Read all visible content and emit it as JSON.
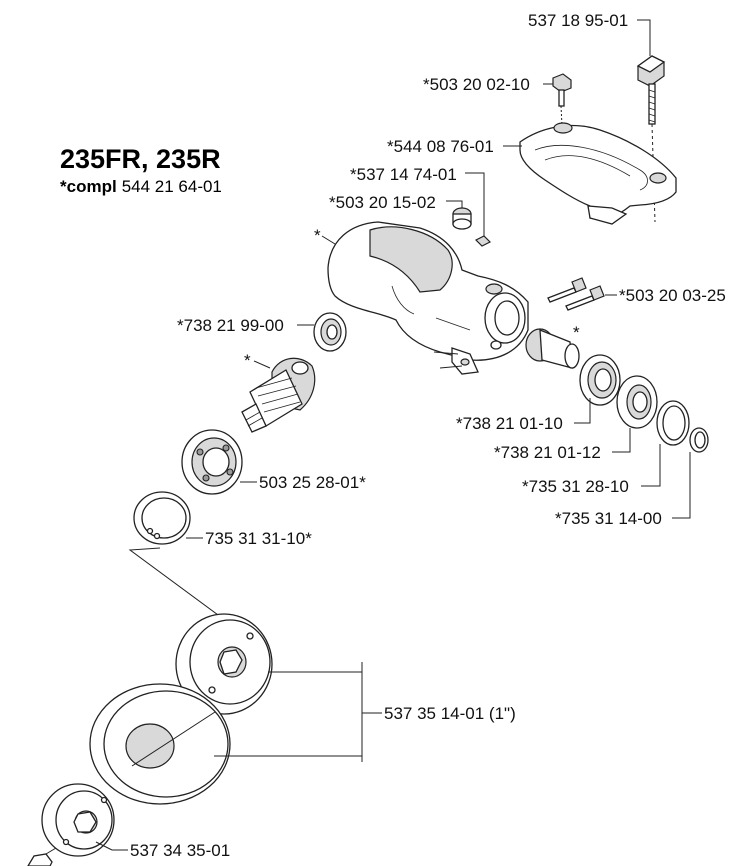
{
  "title": {
    "models": "235FR, 235R",
    "compl_prefix": "*compl",
    "compl_number": "544 21 64-01"
  },
  "labels": {
    "p537_18_95_01": "537 18 95-01",
    "p503_20_02_10": "*503 20 02-10",
    "p544_08_76_01": "*544 08 76-01",
    "p537_14_74_01": "*537 14 74-01",
    "p503_20_15_02": "*503 20 15-02",
    "p503_20_03_25": "*503 20 03-25",
    "p738_21_99_00": "*738 21 99-00",
    "p738_21_01_10": "*738 21 01-10",
    "p738_21_01_12": "*738 21 01-12",
    "p735_31_28_10": "*735 31 28-10",
    "p735_31_14_00": "*735 31 14-00",
    "p503_25_28_01": "503 25 28-01*",
    "p735_31_31_10": "735 31 31-10*",
    "p537_35_14_01": "537 35 14-01 (1\")",
    "p537_34_35_01": "537 34 35-01",
    "asterisk": "*"
  }
}
